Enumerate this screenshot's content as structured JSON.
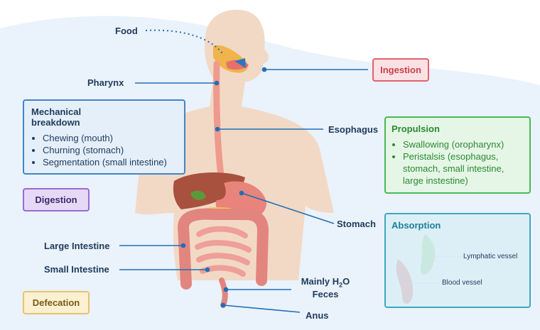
{
  "labels": {
    "food": "Food",
    "pharynx": "Pharynx",
    "esophagus": "Esophagus",
    "stomach": "Stomach",
    "large_intestine": "Large Intestine",
    "small_intestine": "Small Intestine",
    "feces_line1": "Mainly H",
    "feces_sub": "2",
    "feces_line1_end": "O",
    "feces_line2": "Feces",
    "anus": "Anus"
  },
  "mechanical": {
    "title": "Mechanical breakdown",
    "items": [
      "Chewing (mouth)",
      "Churning (stomach)",
      "Segmentation (small intestine)"
    ]
  },
  "digestion": {
    "label": "Digestion"
  },
  "defecation": {
    "label": "Defecation"
  },
  "ingestion": {
    "label": "Ingestion"
  },
  "propulsion": {
    "title": "Propulsion",
    "items": [
      "Swallowing (oropharynx)",
      "Peristalsis (esophagus, stomach, small intestine, large instestine)"
    ]
  },
  "absorption": {
    "title": "Absorption",
    "lymphatic": "Lymphatic vessel",
    "blood": "Blood vessel"
  },
  "colors": {
    "skin": "#f2d9c6",
    "esophagus": "#ef9a8e",
    "liver": "#a8513e",
    "stomach": "#e8847c",
    "intestine": "#e99a95",
    "line": "#1f6fb8",
    "mechanical_border": "#3f86c9",
    "digestion_border": "#9b6ad6",
    "defecation_border": "#e7c36a",
    "ingestion_border": "#e0636c",
    "propulsion_border": "#49b956",
    "absorption_border": "#3ea8c0"
  }
}
